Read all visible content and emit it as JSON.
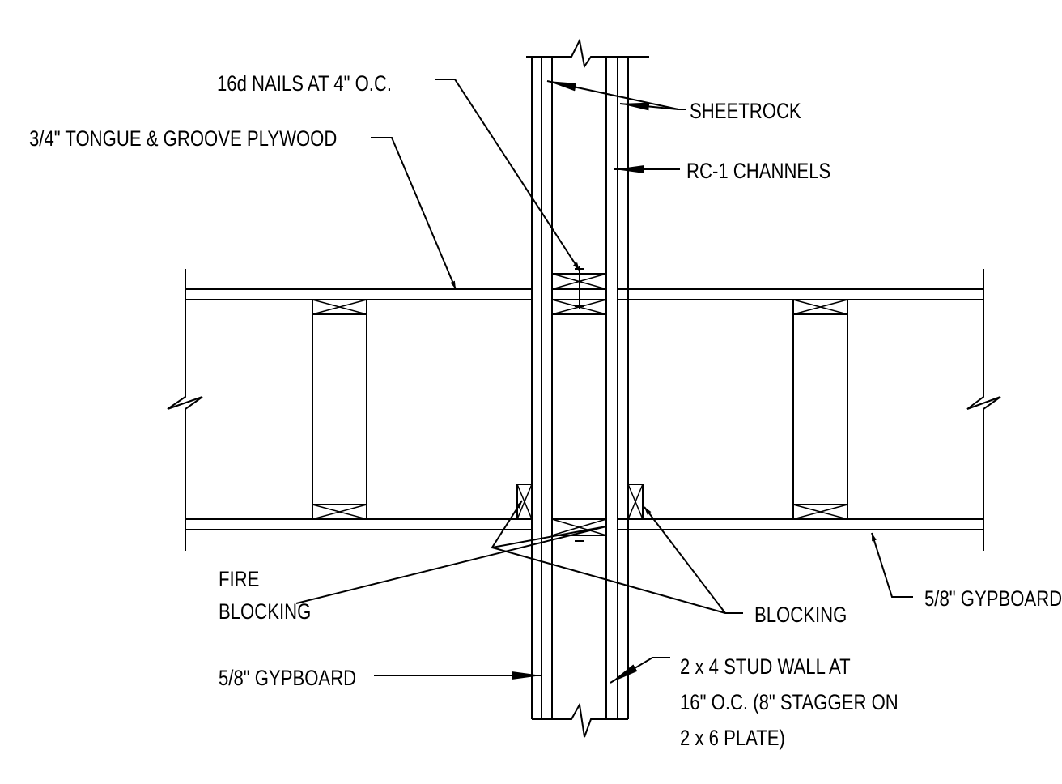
{
  "labels": {
    "nails": "16d NAILS AT 4\" O.C.",
    "plywood": "3/4\" TONGUE & GROOVE PLYWOOD",
    "sheetrock": "SHEETROCK",
    "channels": "RC-1 CHANNELS",
    "fire_blocking_1": "FIRE",
    "fire_blocking_2": "BLOCKING",
    "blocking": "BLOCKING",
    "gypboard_right": "5/8\" GYPBOARD",
    "gypboard_left": "5/8\" GYPBOARD",
    "stud_wall_1": "2 x 4 STUD WALL AT",
    "stud_wall_2": "16\" O.C. (8\" STAGGER ON",
    "stud_wall_3": "2 x 6 PLATE)"
  }
}
